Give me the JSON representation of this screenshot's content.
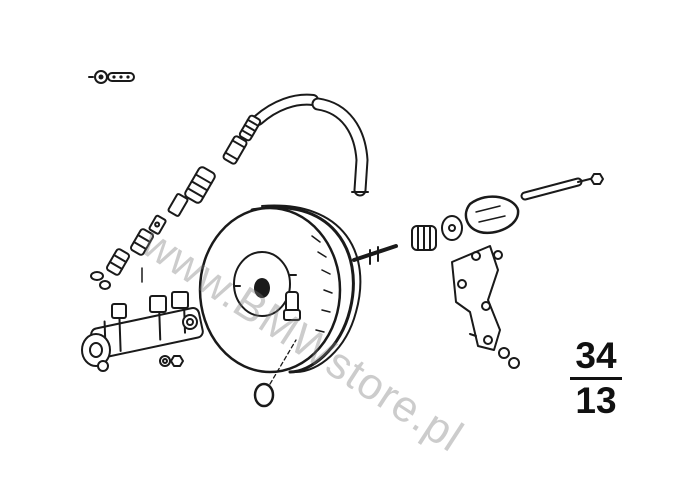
{
  "watermark": {
    "text": "www.BMWstore.pl"
  },
  "group_number": {
    "top": "34",
    "bottom": "13"
  },
  "colors": {
    "ink": "#1a1a1a",
    "paper": "#ffffff",
    "watermark": "#8c8c8c"
  },
  "icons": {
    "tool_symbol": "wrench-key-icon"
  }
}
